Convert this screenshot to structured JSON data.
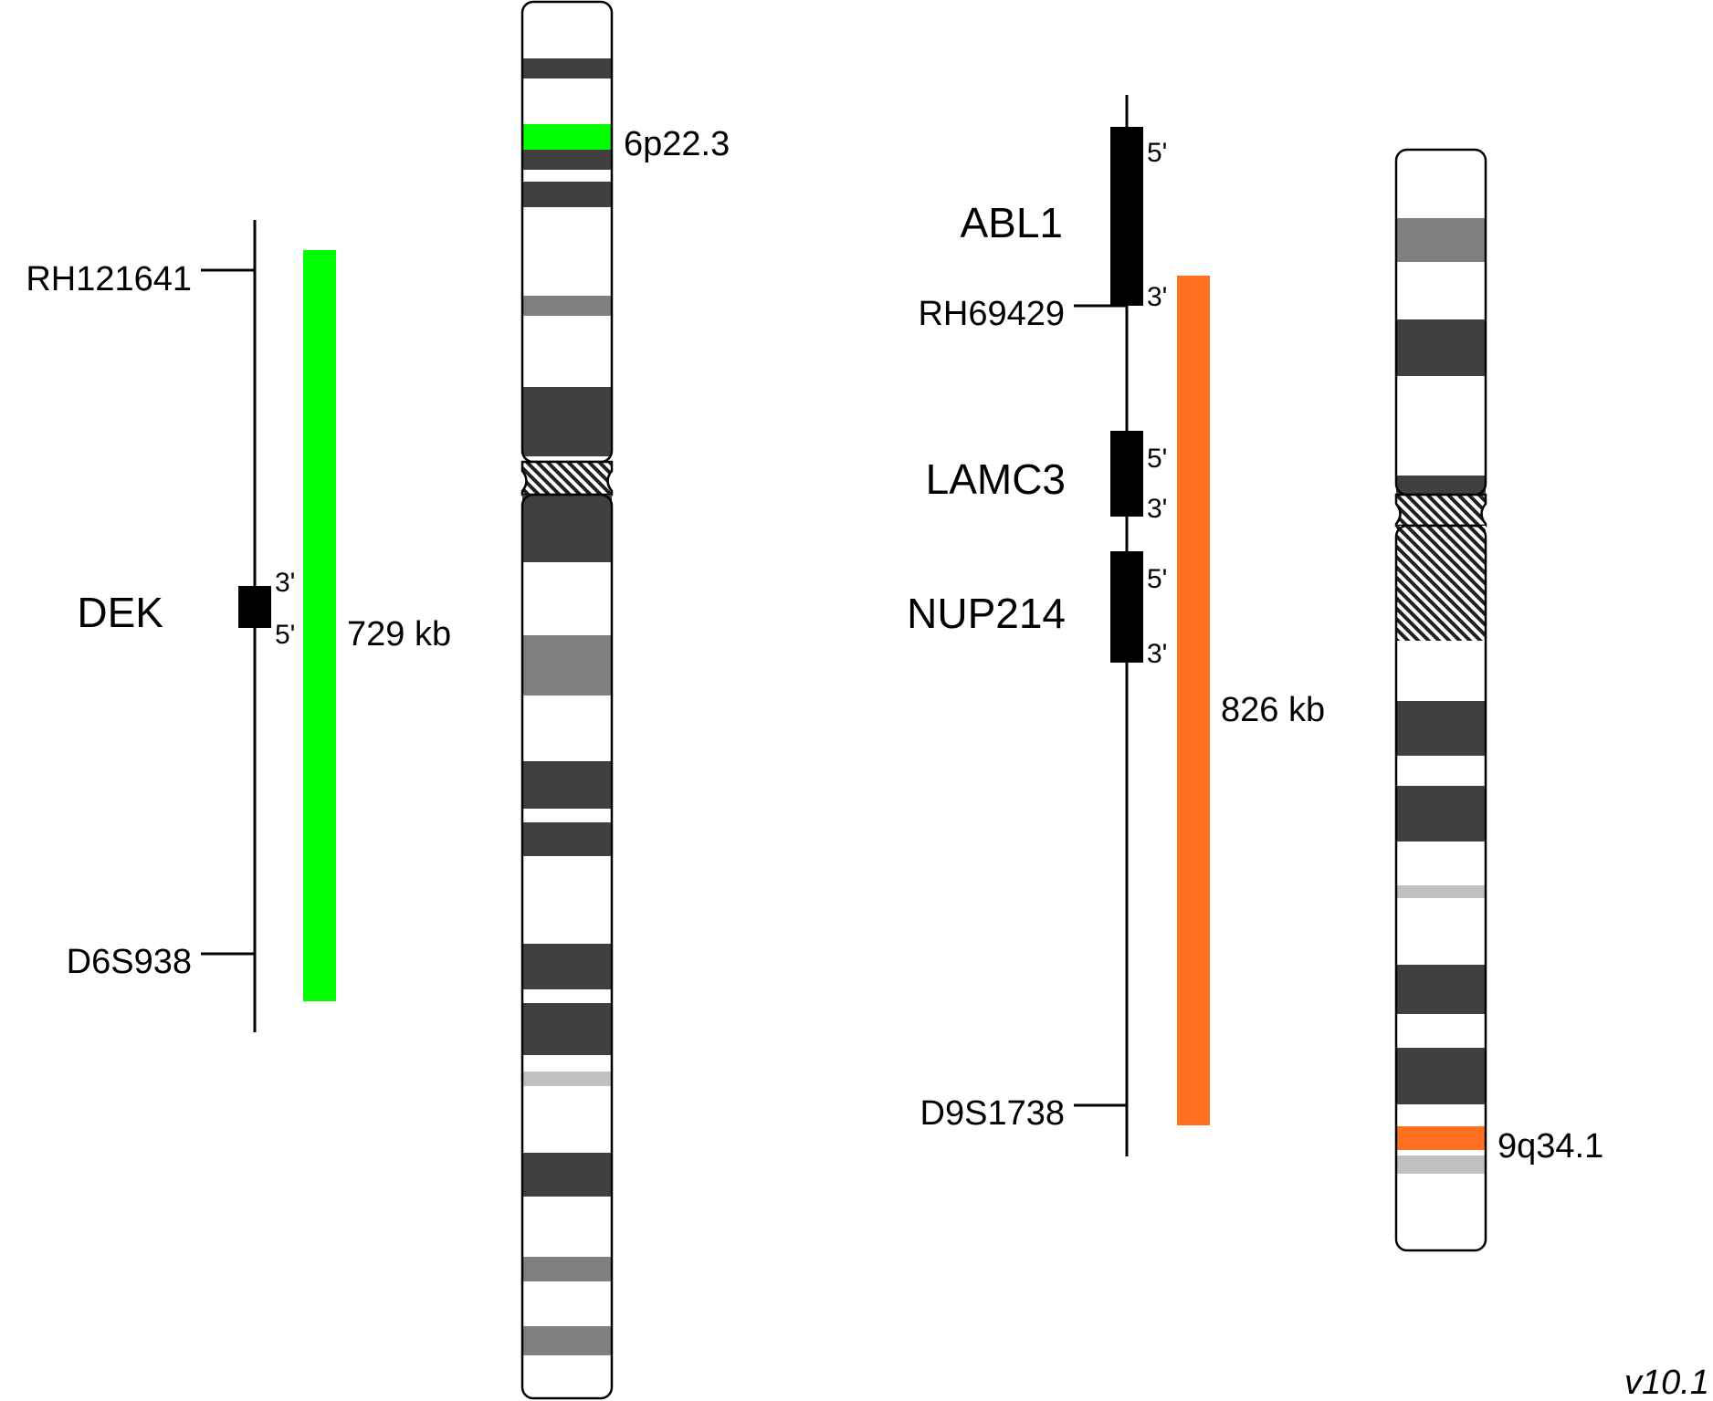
{
  "probe_6p": {
    "markers": {
      "top": "RH121641",
      "bottom": "D6S938"
    },
    "gene": {
      "name": "DEK",
      "end_top": "3'",
      "end_bottom": "5'"
    },
    "size_label": "729 kb",
    "band_label": "6p22.3",
    "probe_color": "#00ff00"
  },
  "probe_9q": {
    "markers": {
      "top": "RH69429",
      "bottom": "D9S1738"
    },
    "genes": [
      {
        "name": "ABL1",
        "end_top": "5'",
        "end_bottom": "3'"
      },
      {
        "name": "LAMC3",
        "end_top": "5'",
        "end_bottom": "3'"
      },
      {
        "name": "NUP214",
        "end_top": "5'",
        "end_bottom": "3'"
      }
    ],
    "size_label": "826 kb",
    "band_label": "9q34.1",
    "probe_color": "#ff7020"
  },
  "version": "v10.1",
  "colors": {
    "band_dark": "#404040",
    "band_mid": "#808080",
    "band_light": "#c0c0c0",
    "outline": "#000000"
  }
}
